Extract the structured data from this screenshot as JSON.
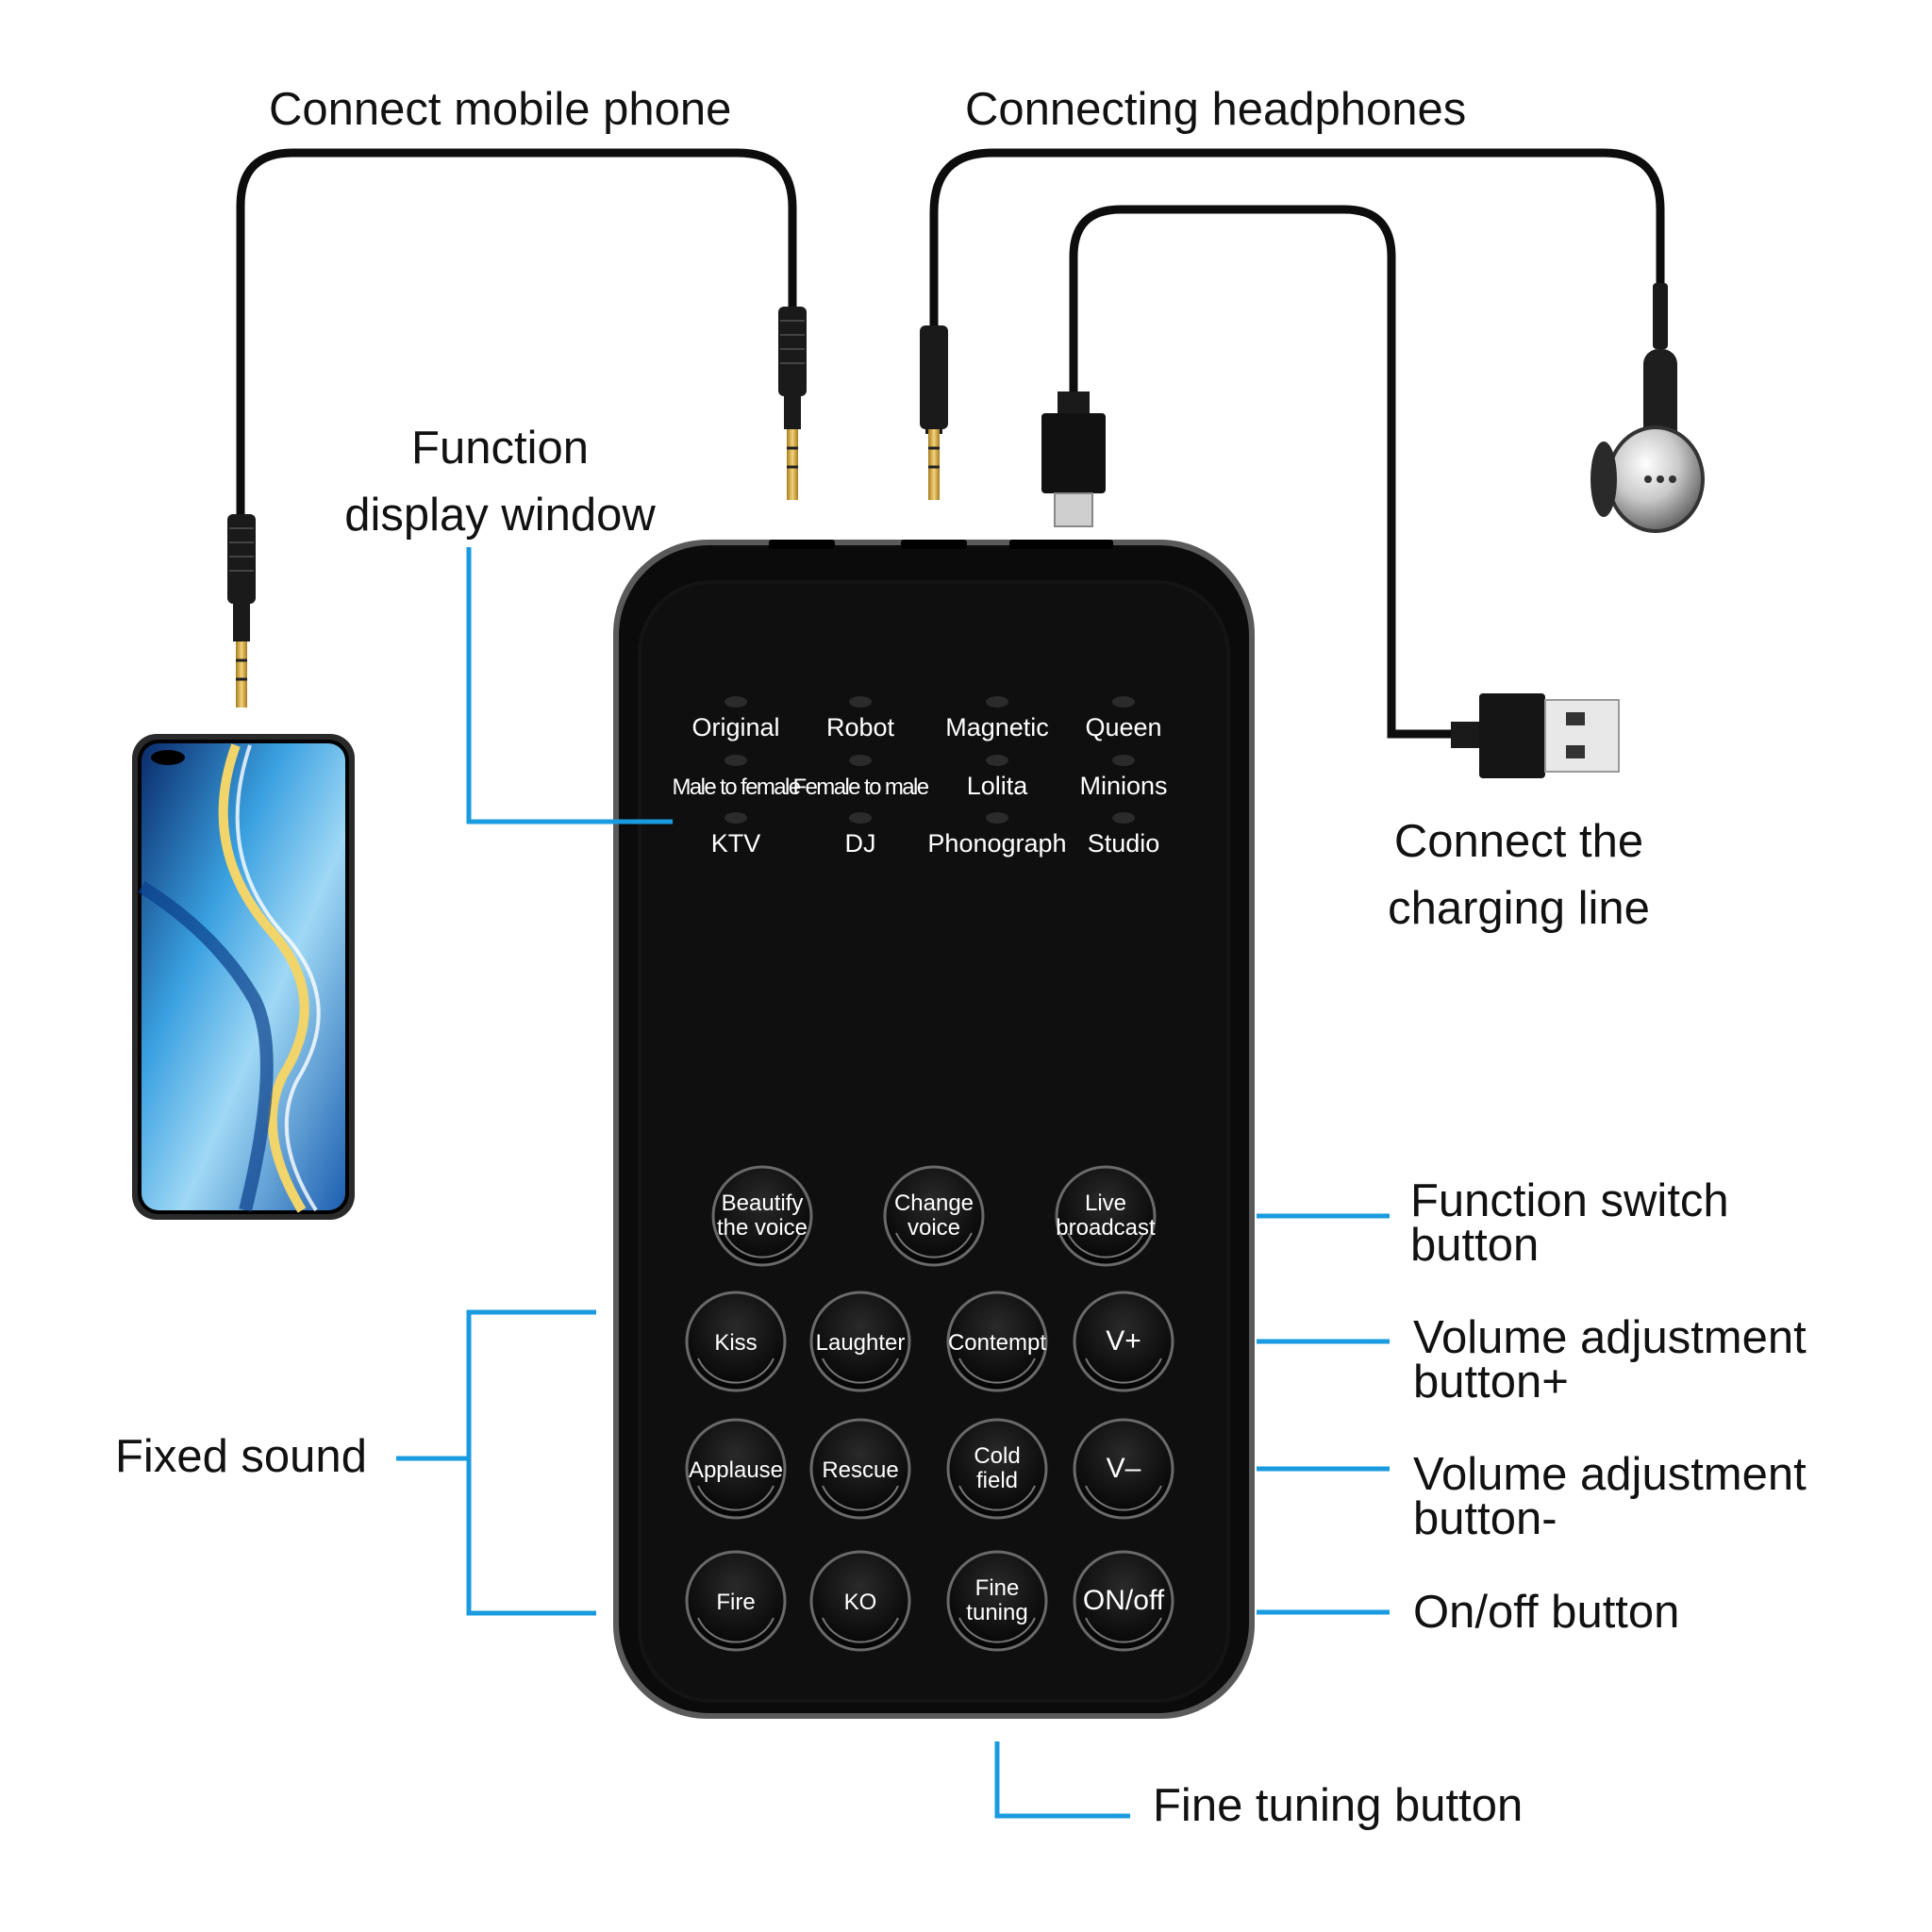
{
  "callouts": {
    "connect_mobile_phone": "Connect mobile phone",
    "connecting_headphones": "Connecting headphones",
    "function_display_window_line1": "Function",
    "function_display_window_line2": "display window",
    "connect_charging_line_1": "Connect the",
    "connect_charging_line_2": "charging line",
    "function_switch_line1": "Function switch",
    "function_switch_line2": "button",
    "volume_plus_line1": "Volume adjustment",
    "volume_plus_line2": "button+",
    "volume_minus_line1": "Volume adjustment",
    "volume_minus_line2": "button-",
    "onoff": "On/off button",
    "fixed_sound": "Fixed sound",
    "fine_tuning": "Fine tuning button"
  },
  "indicators": [
    [
      "Original",
      "Robot",
      "Magnetic",
      "Queen"
    ],
    [
      "Male to female",
      "Female to male",
      "Lolita",
      "Minions"
    ],
    [
      "KTV",
      "DJ",
      "Phonograph",
      "Studio"
    ]
  ],
  "buttons": {
    "function_row": [
      [
        "Beautify",
        "the voice"
      ],
      [
        "Change",
        "voice"
      ],
      [
        "Live",
        "broadcast"
      ]
    ],
    "row2": [
      "Kiss",
      "Laughter",
      "Contempt",
      "V+"
    ],
    "row3": [
      "Applause",
      "Rescue",
      [
        "Cold",
        "field"
      ],
      "V–"
    ],
    "row4": [
      "Fire",
      "KO",
      [
        "Fine",
        "tuning"
      ],
      "ON/off"
    ]
  },
  "colors": {
    "callout_line": "#1a9be0",
    "device_body": "#0c0c0c",
    "device_rim": "#555555",
    "cable": "#0d0d0d",
    "gold_plug": "#d9b24a"
  }
}
